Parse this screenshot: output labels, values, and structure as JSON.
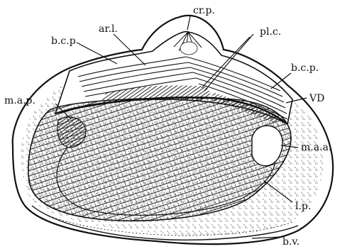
{
  "labels": {
    "cr_p": "cr.p.",
    "ar_l": "ar.l.",
    "b_c_p_left": "b.c.p",
    "pl_c": "pl.c.",
    "b_c_p_right": "b.c.p.",
    "vd": "VD",
    "m_a_p": "m.a.p.",
    "m_a_a": "m.a.a.",
    "l_p": "l.p.",
    "b_v": "b.v."
  },
  "colors": {
    "ink": "#111111",
    "paper": "#ffffff"
  }
}
